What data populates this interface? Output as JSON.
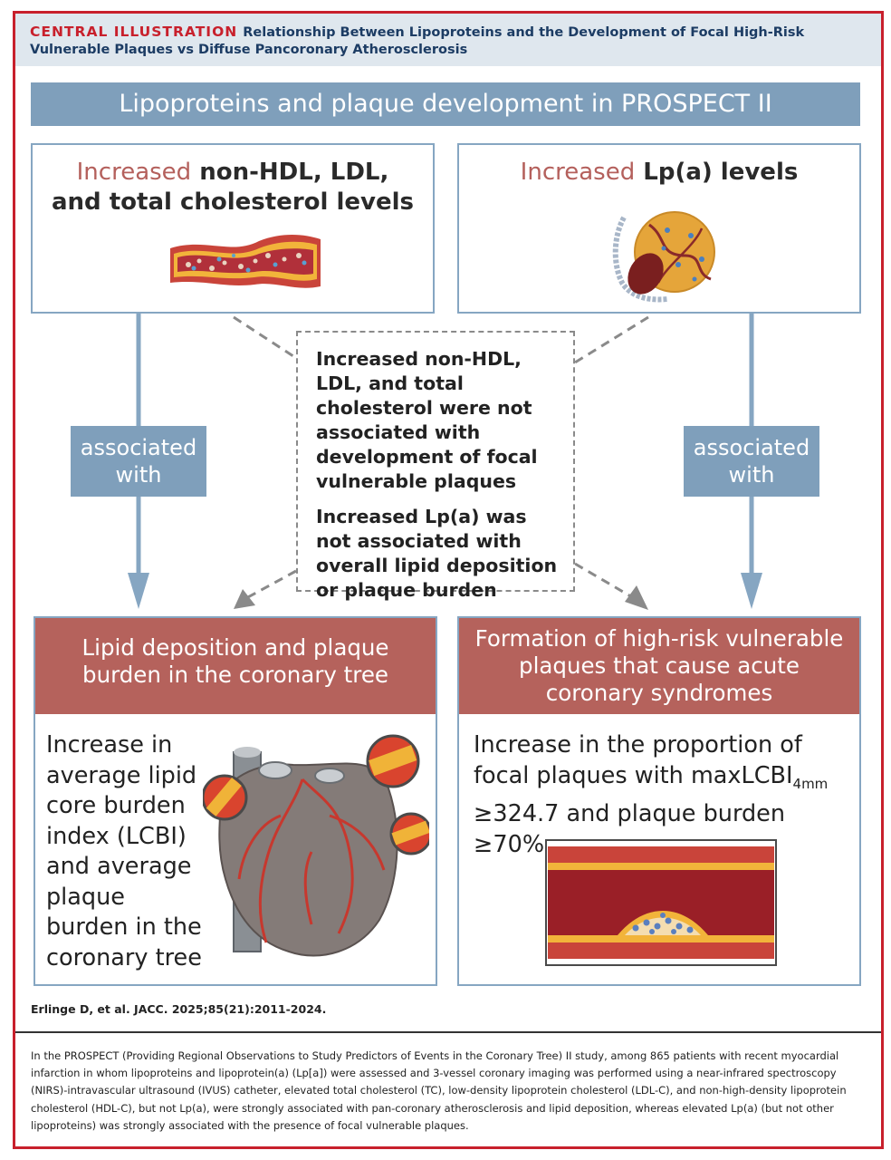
{
  "header": {
    "label": "CENTRAL ILLUSTRATION",
    "title": "Relationship Between Lipoproteins and the Development of Focal High-Risk Vulnerable Plaques vs Diffuse Pancoronary Atherosclerosis"
  },
  "banner": "Lipoproteins and plaque development in PROSPECT II",
  "left_top": {
    "increased": "Increased",
    "line1_rest": " non-HDL, LDL,",
    "line2": "and total cholesterol levels"
  },
  "right_top": {
    "increased": "Increased",
    "rest": " Lp(a) levels"
  },
  "assoc_left": {
    "line1": "associated",
    "line2": "with"
  },
  "assoc_right": {
    "line1": "associated",
    "line2": "with"
  },
  "center": {
    "p1": "Increased non-HDL, LDL, and total cholesterol were not associated with development of focal vulnerable plaques",
    "p2": "Increased Lp(a) was not associated with overall lipid deposition or plaque burden"
  },
  "left_bottom": {
    "header_line1": "Lipid deposition and plaque",
    "header_line2": "burden in the coronary tree",
    "body": "Increase in average lipid core burden index (LCBI) and average plaque burden in the coronary tree"
  },
  "right_bottom": {
    "header_line1": "Formation of high-risk vulnerable",
    "header_line2": "plaques that cause acute",
    "header_line3": "coronary syndromes",
    "body_pre": "Increase in the proportion of focal plaques with maxLCBI",
    "body_sub": "4mm",
    "body_post": " ≥324.7 and plaque burden ≥70%"
  },
  "citation": "Erlinge D, et al. JACC. 2025;85(21):2011-2024.",
  "caption": "In the PROSPECT (Providing Regional Observations to Study Predictors of Events in the Coronary Tree) II study, among 865 patients with recent myocardial infarction in whom lipoproteins and lipoprotein(a) (Lp[a]) were assessed and 3-vessel coronary imaging was performed using a near-infrared spectroscopy (NIRS)-intravascular ultrasound (IVUS) catheter, elevated total cholesterol (TC), low-density lipoprotein cholesterol (LDL-C), and non-high-density lipoprotein cholesterol (HDL-C), but not Lp(a), were strongly associated with pan-coronary atherosclerosis and lipid deposition, whereas elevated Lp(a) (but not other lipoproteins) was strongly associated with the presence of focal vulnerable plaques.",
  "colors": {
    "accent_red": "#c8202c",
    "steel_blue": "#7f9fbb",
    "brick": "#b5625c",
    "navy": "#1c3c64"
  }
}
